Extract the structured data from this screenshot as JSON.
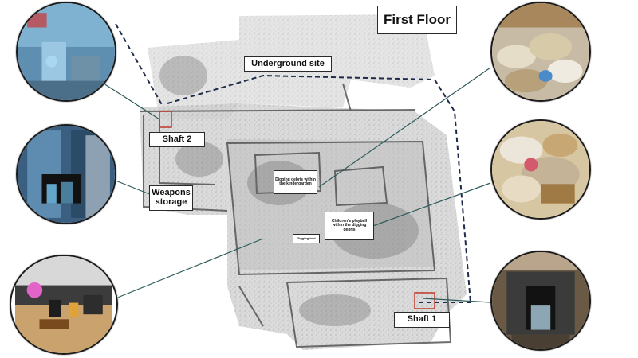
{
  "title": "First Floor",
  "labels": {
    "underground_site": "Underground site",
    "shaft_2": "Shaft 2",
    "weapons_storage": "Weapons\nstorage",
    "shaft_1": "Shaft 1",
    "digging_debris_kindergarten": "Digging debris within the kindergarden",
    "childrens_playball": "Children's playball within the digging debris",
    "digging_tool": "Digging tool"
  },
  "photos": [
    {
      "name": "shaft-2-photo",
      "subject": "blue-tiled room with water bottles"
    },
    {
      "name": "weapons-storage-photo",
      "subject": "blue closet with stored items"
    },
    {
      "name": "digging-tool-photo",
      "subject": "floor with tools and supplies"
    },
    {
      "name": "debris-photo-top",
      "subject": "pile of rubble and sandbags"
    },
    {
      "name": "debris-photo-middle",
      "subject": "sandbags with toy ball"
    },
    {
      "name": "shaft-1-photo",
      "subject": "tunnel shaft opening"
    }
  ],
  "colors": {
    "connector": "#2d5a5a",
    "dashed_route": "#1f2b4a",
    "label_border": "#2a2a2a"
  }
}
